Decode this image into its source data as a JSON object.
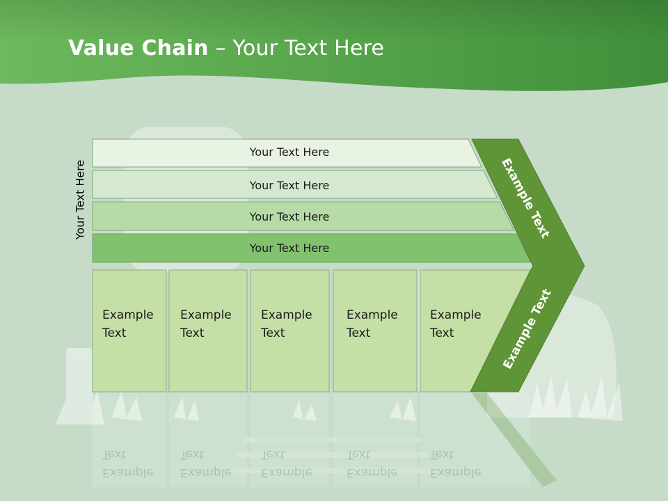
{
  "title": {
    "bold": "Value Chain",
    "rest": " – Your Text Here"
  },
  "side_label": "Your Text Here",
  "bands": [
    {
      "label": "Your Text Here"
    },
    {
      "label": "Your Text Here"
    },
    {
      "label": "Your Text Here"
    },
    {
      "label": "Your Text Here"
    }
  ],
  "boxes": [
    {
      "label": "Example\nText"
    },
    {
      "label": "Example\nText"
    },
    {
      "label": "Example\nText"
    },
    {
      "label": "Example\nText"
    },
    {
      "label": "Example\nText"
    }
  ],
  "chevron": {
    "upper": "Example Text",
    "lower": "Example Text"
  },
  "colors": {
    "header_green": "#5aa54a",
    "background": "#c6dcc9",
    "chevron": "#5f9537",
    "box_fill": "#c4e0a6"
  }
}
